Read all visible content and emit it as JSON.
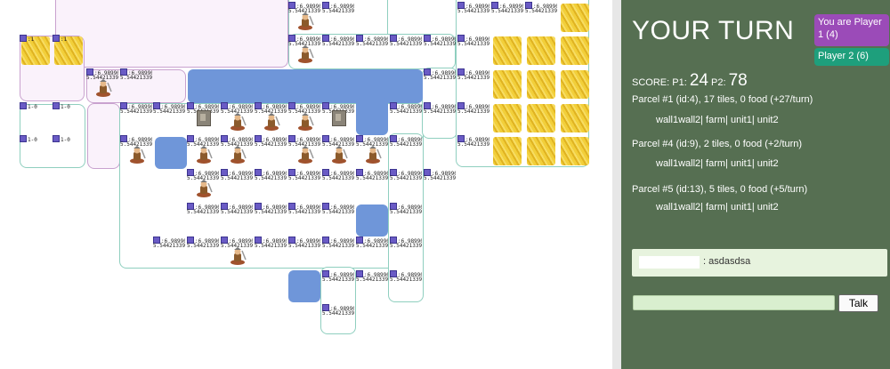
{
  "panel": {
    "turn_label": "YOUR TURN",
    "players": [
      {
        "label": "You are Player 1 (4)",
        "color": "#9b4bb8"
      },
      {
        "label": "Player 2 (6)",
        "color": "#1e9f7c"
      }
    ],
    "score": {
      "prefix": "SCORE:",
      "p1_label": "P1:",
      "p1": "24",
      "p2_label": "P2:",
      "p2": "78"
    },
    "parcels": [
      {
        "title": "Parcel #1 (id:4), 17 tiles, 0 food (+27/turn)",
        "buildings": "wall1wall2| farm| unit1| unit2"
      },
      {
        "title": "Parcel #4 (id:9), 2 tiles, 0 food (+2/turn)",
        "buildings": "wall1wall2| farm| unit1| unit2"
      },
      {
        "title": "Parcel #5 (id:13), 5 tiles, 0 food (+5/turn)",
        "buildings": "wall1wall2| farm| unit1| unit2"
      }
    ],
    "chat": {
      "message": ": asdasdsa"
    },
    "talk_label": "Talk"
  },
  "board": {
    "tile_label_top": "6.989903",
    "tile_label_bottom": "5.5442133944",
    "short_label": "1-0",
    "cell_id": "1",
    "colors": {
      "player1_region": "#faf2fb",
      "player2_region": "#ffffff",
      "water": "#6f96d9",
      "panel_bg": "#566f52"
    }
  }
}
